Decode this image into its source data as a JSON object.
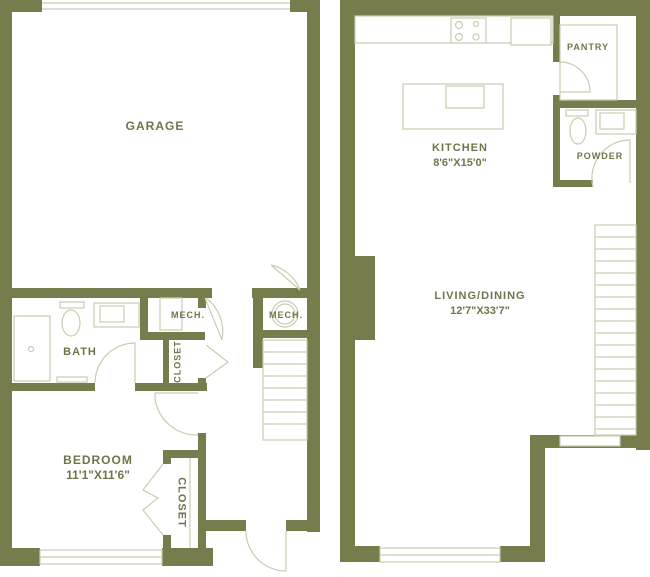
{
  "colors": {
    "wall": "#767c4c",
    "fixture_line": "#c9cdb0",
    "label": "#6f7548"
  },
  "rooms": {
    "garage": {
      "name": "GARAGE"
    },
    "bath": {
      "name": "BATH"
    },
    "mech_left": {
      "name": "MECH."
    },
    "mech_right": {
      "name": "MECH."
    },
    "closet_hall": {
      "name": "CLOSET"
    },
    "bedroom": {
      "name": "BEDROOM",
      "dimensions": "11'1\"X11'6\""
    },
    "closet_bedroom": {
      "name": "CLOSET"
    },
    "kitchen": {
      "name": "KITCHEN",
      "dimensions": "8'6\"X15'0\""
    },
    "pantry": {
      "name": "PANTRY"
    },
    "powder": {
      "name": "POWDER"
    },
    "living_dining": {
      "name": "LIVING/DINING",
      "dimensions": "12'7\"X33'7\""
    }
  }
}
